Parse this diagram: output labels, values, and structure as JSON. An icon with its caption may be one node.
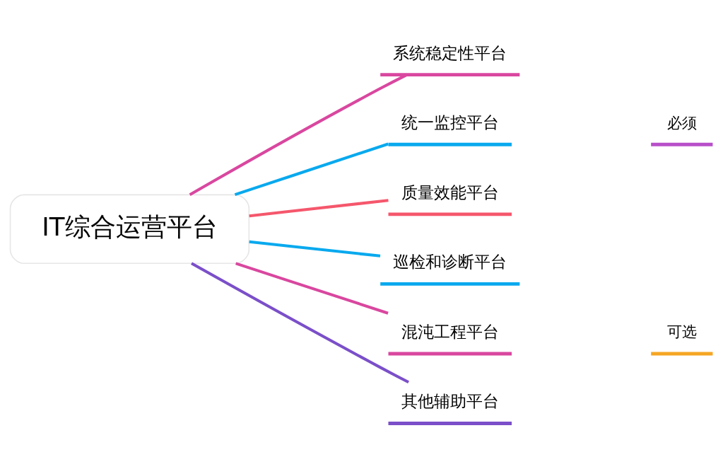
{
  "diagram": {
    "nodes": [
      {
        "text": [
          "IT综合运营平台"
        ]
      },
      {
        "text": [
          "系统稳定性平台"
        ]
      },
      {
        "text": [
          "统一监控平台"
        ]
      },
      {
        "text": [
          "质量效能平台"
        ]
      },
      {
        "text": [
          "巡检和诊断平台"
        ]
      },
      {
        "text": [
          "混沌工程平台"
        ]
      },
      {
        "text": [
          "其他辅助平台"
        ]
      }
    ],
    "edges": [
      {
        "from": 0,
        "to": 1,
        "arrow": "none",
        "color": "#d9479f"
      },
      {
        "from": 0,
        "to": 2,
        "arrow": "none",
        "color": "#09a9ee"
      },
      {
        "from": 0,
        "to": 3,
        "arrow": "none",
        "color": "#f5576c"
      },
      {
        "from": 0,
        "to": 4,
        "arrow": "none",
        "color": "#09a9ee"
      },
      {
        "from": 0,
        "to": 5,
        "arrow": "none",
        "color": "#d9479f"
      },
      {
        "from": 0,
        "to": 6,
        "arrow": "none",
        "color": "#7b4fc9"
      }
    ],
    "labels": [
      "必须",
      "可选"
    ]
  }
}
